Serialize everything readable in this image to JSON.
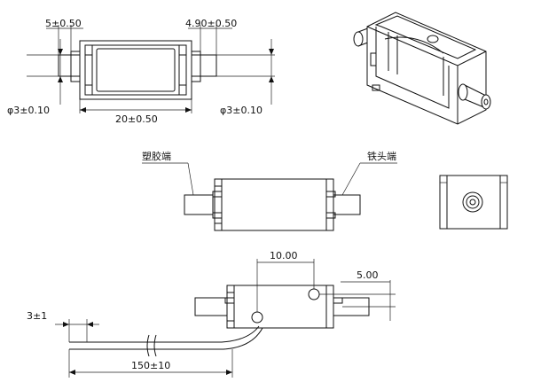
{
  "top_view": {
    "dim_left_plunger": "5±0.50",
    "dim_right_plunger": "4.90±0.50",
    "dim_left_diameter": "φ3±0.10",
    "dim_right_diameter": "φ3±0.10",
    "dim_body_length": "20±0.50"
  },
  "side_view": {
    "label_plastic_end": "塑胶端",
    "label_iron_end": "铁头端"
  },
  "bottom_view": {
    "dim_hole_spacing": "10.00",
    "dim_hole_offset": "5.00",
    "dim_wire_strip": "3±1",
    "dim_wire_length": "150±10"
  }
}
